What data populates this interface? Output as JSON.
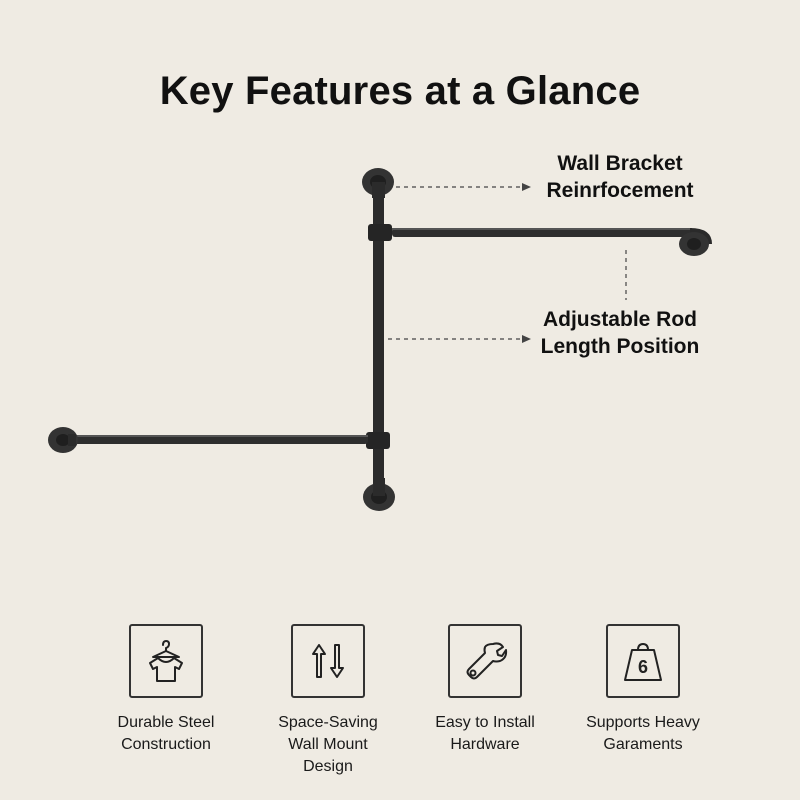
{
  "title": "Key Features at a Glance",
  "callouts": [
    {
      "line1": "Wall Bracket",
      "line2": "Reinrfocement"
    },
    {
      "line1": "Adjustable Rod",
      "line2": "Length Position"
    }
  ],
  "features": [
    {
      "icon": "t-shirt-hanger-icon",
      "line1": "Durable Steel",
      "line2": "Construction",
      "line3": ""
    },
    {
      "icon": "up-down-arrows-icon",
      "line1": "Space-Saving",
      "line2": "Wall Mount",
      "line3": "Design"
    },
    {
      "icon": "wrench-icon",
      "line1": "Easy to Install",
      "line2": "Hardware",
      "line3": ""
    },
    {
      "icon": "weight-6-icon",
      "line1": "Supports Heavy",
      "line2": "Garaments",
      "line3": "",
      "weight_text": "6"
    }
  ],
  "colors": {
    "background": "#efebe3",
    "pipe": "#2a2a2a",
    "text": "#111111"
  }
}
